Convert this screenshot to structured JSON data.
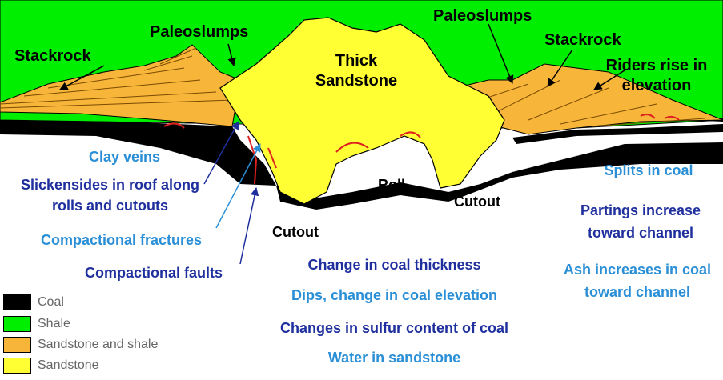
{
  "colors": {
    "coal": "#000000",
    "shale": "#00ee00",
    "sandstone_and_shale": "#f7b53a",
    "sandstone": "#ffff33",
    "blue_light": "#2a8fd6",
    "blue_dark": "#1f2f9e",
    "arrow_red": "#e02020"
  },
  "labels": {
    "stackrock_left": "Stackrock",
    "paleoslumps_left": "Paleoslumps",
    "thick_sandstone": "Thick Sandstone",
    "paleoslumps_right": "Paleoslumps",
    "stackrock_right": "Stackrock",
    "riders": "Riders rise in elevation",
    "roll": "Roll",
    "cutout_left": "Cutout",
    "cutout_right": "Cutout"
  },
  "annotations": {
    "clay_veins": "Clay veins",
    "slickensides": "Slickensides in roof along rolls and cutouts",
    "compactional_fractures": "Compactional fractures",
    "compactional_faults": "Compactional faults",
    "coal_thickness": "Change in coal thickness",
    "dips": "Dips, change in coal elevation",
    "sulfur": "Changes in sulfur content of coal",
    "water": "Water in sandstone",
    "splits": "Splits in coal",
    "partings": "Partings increase toward channel",
    "ash": "Ash increases in coal toward channel"
  },
  "legend": [
    {
      "label": "Coal",
      "color": "#000000"
    },
    {
      "label": "Shale",
      "color": "#00ee00"
    },
    {
      "label": "Sandstone and shale",
      "color": "#f7b53a"
    },
    {
      "label": "Sandstone",
      "color": "#ffff33"
    }
  ]
}
